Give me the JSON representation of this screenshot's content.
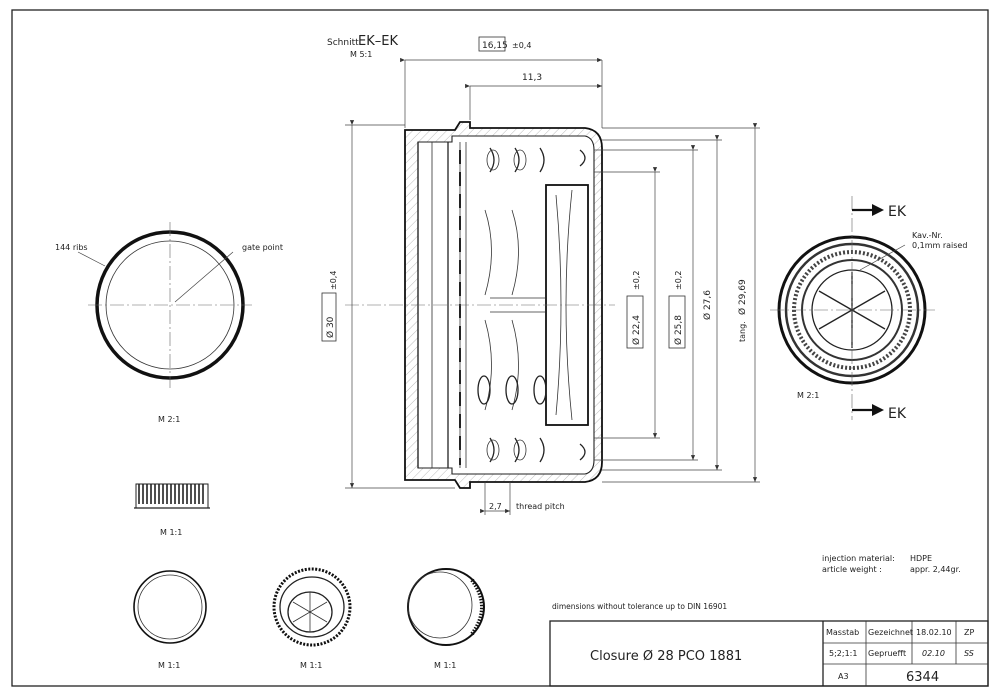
{
  "section": {
    "title": "Schnitt",
    "cut_id": "EK–EK",
    "scale": "M 5:1"
  },
  "dimensions": {
    "overall_length": "16,15",
    "overall_length_tol": "±0,4",
    "inner_length": "11,3",
    "outer_dia": "Ø 30",
    "outer_dia_tol": "±0,4",
    "dia_22": "Ø 22,4",
    "dia_22_tol": "±0,2",
    "dia_25": "Ø 25,8",
    "dia_25_tol": "±0,2",
    "dia_27": "Ø 27,6",
    "dia_29": "Ø 29,69",
    "dia_29_prefix": "tang.",
    "thread_pitch_value": "2,7",
    "thread_pitch_label": "thread pitch"
  },
  "top_view": {
    "ribs_label": "144 ribs",
    "gate_label": "gate point",
    "scale": "M 2:1"
  },
  "bottom_view": {
    "cut_label_top": "EK",
    "cut_label_bottom": "EK",
    "cavity_label_1": "Kav.-Nr.",
    "cavity_label_2": "0,1mm raised",
    "scale": "M 2:1"
  },
  "side_small": {
    "scale": "M 1:1"
  },
  "small_views": [
    {
      "scale": "M 1:1"
    },
    {
      "scale": "M 1:1"
    },
    {
      "scale": "M 1:1"
    }
  ],
  "material": {
    "material_label": "injection material:",
    "material_value": "HDPE",
    "weight_label": "article weight   :",
    "weight_value": "appr. 2,44gr."
  },
  "tolerance_note": "dimensions without tolerance up to DIN 16901",
  "title_block": {
    "title": "Closure   Ø 28  PCO  1881",
    "masstab_label": "Masstab",
    "masstab_value": "5;2;1:1",
    "gezeichnet_label": "Gezeichnet",
    "gezeichnet_date": "18.02.10",
    "gezeichnet_initials": "ZP",
    "geprueft_label": "Gepruefft",
    "geprueft_date": "02.10",
    "geprueft_initials": "SS",
    "format": "A3",
    "drawing_number": "6344"
  }
}
